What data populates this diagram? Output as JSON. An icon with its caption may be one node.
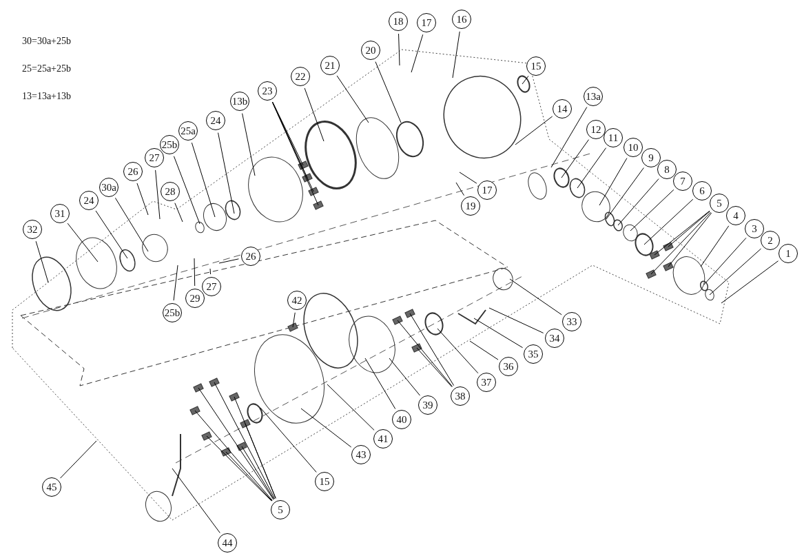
{
  "diagram": {
    "nodes": [
      {
        "text": [
          "18"
        ]
      },
      {
        "text": [
          "17"
        ]
      },
      {
        "text": [
          "16"
        ]
      },
      {
        "text": [
          "15"
        ]
      },
      {
        "text": [
          "20"
        ]
      },
      {
        "text": [
          "21"
        ]
      },
      {
        "text": [
          "22"
        ]
      },
      {
        "text": [
          "23"
        ]
      },
      {
        "text": [
          "13a"
        ]
      },
      {
        "text": [
          "14"
        ]
      },
      {
        "text": [
          "13b"
        ]
      },
      {
        "text": [
          "24"
        ]
      },
      {
        "text": [
          "25a"
        ]
      },
      {
        "text": [
          "25b"
        ]
      },
      {
        "text": [
          "27"
        ]
      },
      {
        "text": [
          "26"
        ]
      },
      {
        "text": [
          "12"
        ]
      },
      {
        "text": [
          "11"
        ]
      },
      {
        "text": [
          "10"
        ]
      },
      {
        "text": [
          "9"
        ]
      },
      {
        "text": [
          "8"
        ]
      },
      {
        "text": [
          "7"
        ]
      },
      {
        "text": [
          "6"
        ]
      },
      {
        "text": [
          "5"
        ]
      },
      {
        "text": [
          "4"
        ]
      },
      {
        "text": [
          "3"
        ]
      },
      {
        "text": [
          "2"
        ]
      },
      {
        "text": [
          "1"
        ]
      },
      {
        "text": [
          "28"
        ]
      },
      {
        "text": [
          "30a"
        ]
      },
      {
        "text": [
          "24"
        ]
      },
      {
        "text": [
          "31"
        ]
      },
      {
        "text": [
          "32"
        ]
      },
      {
        "text": [
          "17"
        ]
      },
      {
        "text": [
          "19"
        ]
      },
      {
        "text": [
          "26"
        ]
      },
      {
        "text": [
          "27"
        ]
      },
      {
        "text": [
          "29"
        ]
      },
      {
        "text": [
          "25b"
        ]
      },
      {
        "text": [
          "42"
        ]
      },
      {
        "text": [
          "33"
        ]
      },
      {
        "text": [
          "34"
        ]
      },
      {
        "text": [
          "35"
        ]
      },
      {
        "text": [
          "36"
        ]
      },
      {
        "text": [
          "37"
        ]
      },
      {
        "text": [
          "38"
        ]
      },
      {
        "text": [
          "39"
        ]
      },
      {
        "text": [
          "40"
        ]
      },
      {
        "text": [
          "41"
        ]
      },
      {
        "text": [
          "43"
        ]
      },
      {
        "text": [
          "15"
        ]
      },
      {
        "text": [
          "45"
        ]
      },
      {
        "text": [
          "5"
        ]
      },
      {
        "text": [
          "44"
        ]
      }
    ],
    "edges": [
      {
        "from": 0,
        "to": null,
        "arrow": "none"
      },
      {
        "from": 1,
        "to": null,
        "arrow": "none"
      },
      {
        "from": 2,
        "to": null,
        "arrow": "none"
      },
      {
        "from": 3,
        "to": null,
        "arrow": "none"
      },
      {
        "from": 4,
        "to": null,
        "arrow": "none"
      },
      {
        "from": 5,
        "to": null,
        "arrow": "none"
      },
      {
        "from": 6,
        "to": null,
        "arrow": "none"
      },
      {
        "from": 7,
        "to": null,
        "arrow": "none"
      },
      {
        "from": 7,
        "to": null,
        "arrow": "none"
      },
      {
        "from": 7,
        "to": null,
        "arrow": "none"
      },
      {
        "from": 7,
        "to": null,
        "arrow": "none"
      },
      {
        "from": 8,
        "to": null,
        "arrow": "none"
      },
      {
        "from": 9,
        "to": null,
        "arrow": "none"
      },
      {
        "from": 10,
        "to": null,
        "arrow": "none"
      },
      {
        "from": 11,
        "to": null,
        "arrow": "none"
      },
      {
        "from": 12,
        "to": null,
        "arrow": "none"
      },
      {
        "from": 13,
        "to": null,
        "arrow": "none"
      },
      {
        "from": 14,
        "to": null,
        "arrow": "none"
      },
      {
        "from": 15,
        "to": null,
        "arrow": "none"
      },
      {
        "from": 16,
        "to": null,
        "arrow": "none"
      },
      {
        "from": 17,
        "to": null,
        "arrow": "none"
      },
      {
        "from": 18,
        "to": null,
        "arrow": "none"
      },
      {
        "from": 19,
        "to": null,
        "arrow": "none"
      },
      {
        "from": 20,
        "to": null,
        "arrow": "none"
      },
      {
        "from": 21,
        "to": null,
        "arrow": "none"
      },
      {
        "from": 22,
        "to": null,
        "arrow": "none"
      },
      {
        "from": 23,
        "to": null,
        "arrow": "none"
      },
      {
        "from": 23,
        "to": null,
        "arrow": "none"
      },
      {
        "from": 23,
        "to": null,
        "arrow": "none"
      },
      {
        "from": 23,
        "to": null,
        "arrow": "none"
      },
      {
        "from": 24,
        "to": null,
        "arrow": "none"
      },
      {
        "from": 25,
        "to": null,
        "arrow": "none"
      },
      {
        "from": 26,
        "to": null,
        "arrow": "none"
      },
      {
        "from": 27,
        "to": null,
        "arrow": "none"
      },
      {
        "from": 28,
        "to": null,
        "arrow": "none"
      },
      {
        "from": 29,
        "to": null,
        "arrow": "none"
      },
      {
        "from": 30,
        "to": null,
        "arrow": "none"
      },
      {
        "from": 31,
        "to": null,
        "arrow": "none"
      },
      {
        "from": 32,
        "to": null,
        "arrow": "none"
      },
      {
        "from": 33,
        "to": null,
        "arrow": "none"
      },
      {
        "from": 34,
        "to": null,
        "arrow": "none"
      },
      {
        "from": 35,
        "to": null,
        "arrow": "none"
      },
      {
        "from": 36,
        "to": null,
        "arrow": "none"
      },
      {
        "from": 37,
        "to": null,
        "arrow": "none"
      },
      {
        "from": 38,
        "to": null,
        "arrow": "none"
      },
      {
        "from": 39,
        "to": null,
        "arrow": "none"
      },
      {
        "from": 40,
        "to": null,
        "arrow": "none"
      },
      {
        "from": 41,
        "to": null,
        "arrow": "none"
      },
      {
        "from": 42,
        "to": null,
        "arrow": "none"
      },
      {
        "from": 43,
        "to": null,
        "arrow": "none"
      },
      {
        "from": 44,
        "to": null,
        "arrow": "none"
      },
      {
        "from": 45,
        "to": null,
        "arrow": "none"
      },
      {
        "from": 45,
        "to": null,
        "arrow": "none"
      },
      {
        "from": 45,
        "to": null,
        "arrow": "none"
      },
      {
        "from": 46,
        "to": null,
        "arrow": "none"
      },
      {
        "from": 47,
        "to": null,
        "arrow": "none"
      },
      {
        "from": 48,
        "to": null,
        "arrow": "none"
      },
      {
        "from": 49,
        "to": null,
        "arrow": "none"
      },
      {
        "from": 50,
        "to": null,
        "arrow": "none"
      },
      {
        "from": 51,
        "to": null,
        "arrow": "none"
      },
      {
        "from": 52,
        "to": null,
        "arrow": "none"
      },
      {
        "from": 52,
        "to": null,
        "arrow": "none"
      },
      {
        "from": 52,
        "to": null,
        "arrow": "none"
      },
      {
        "from": 52,
        "to": null,
        "arrow": "none"
      },
      {
        "from": 52,
        "to": null,
        "arrow": "none"
      },
      {
        "from": 52,
        "to": null,
        "arrow": "none"
      },
      {
        "from": 52,
        "to": null,
        "arrow": "none"
      },
      {
        "from": 52,
        "to": null,
        "arrow": "none"
      },
      {
        "from": 53,
        "to": null,
        "arrow": "none"
      }
    ],
    "labels": [
      "30=30a+25b",
      "25=25a+25b",
      "13=13a+13b"
    ]
  }
}
